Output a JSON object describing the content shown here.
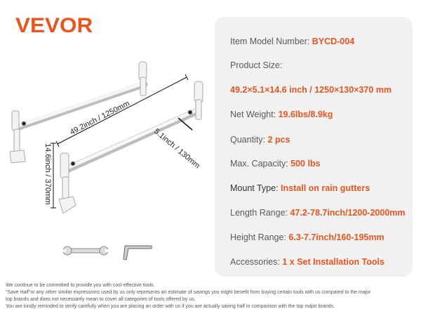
{
  "brand": {
    "logo_text": "VEVOR",
    "color": "#e8551f"
  },
  "dimensions": {
    "length": "49.2inch / 1250mm",
    "width": "5.1inch / 130mm",
    "height": "14.6inch / 370mm"
  },
  "specs": [
    {
      "label": "Item Model Number: ",
      "value": "BYCD-004"
    },
    {
      "label": "Product Size:",
      "value": ""
    },
    {
      "label": "",
      "value": "49.2×5.1×14.6 inch / 1250×130×370 mm"
    },
    {
      "label": "Net Weight: ",
      "value": "19.6lbs/8.9kg"
    },
    {
      "label": "Quantity: ",
      "value": "2 pcs"
    },
    {
      "label": "Max. Capacity: ",
      "value": "500 lbs"
    },
    {
      "label": "Mount Type: ",
      "value": "Install on rain gutters"
    },
    {
      "label": "Length Range: ",
      "value": "47.2-78.7inch/1200-2000mm"
    },
    {
      "label": "Height Range: ",
      "value": "6.3-7.7inch/160-195mm"
    },
    {
      "label": "Accessories: ",
      "value": "1 x Set Installation Tools"
    }
  ],
  "disclaimer": [
    "We continue to be committed to provide you with cost-effective tools.",
    "\"Save Half\"or any other similar expressions used by us only represents an estimate of savings you might benefit from buying certain tools with us compared to the major",
    "top brands and does not necessarily mean to cover all categories of tools offered by us.",
    "You are kindly reminded to verify carefully when you are placing an order with us if you are actually saving half in comparison with the top major brands."
  ],
  "icons": [
    "ladder-rack-illustration",
    "wrench-icon",
    "hex-key-icon"
  ]
}
